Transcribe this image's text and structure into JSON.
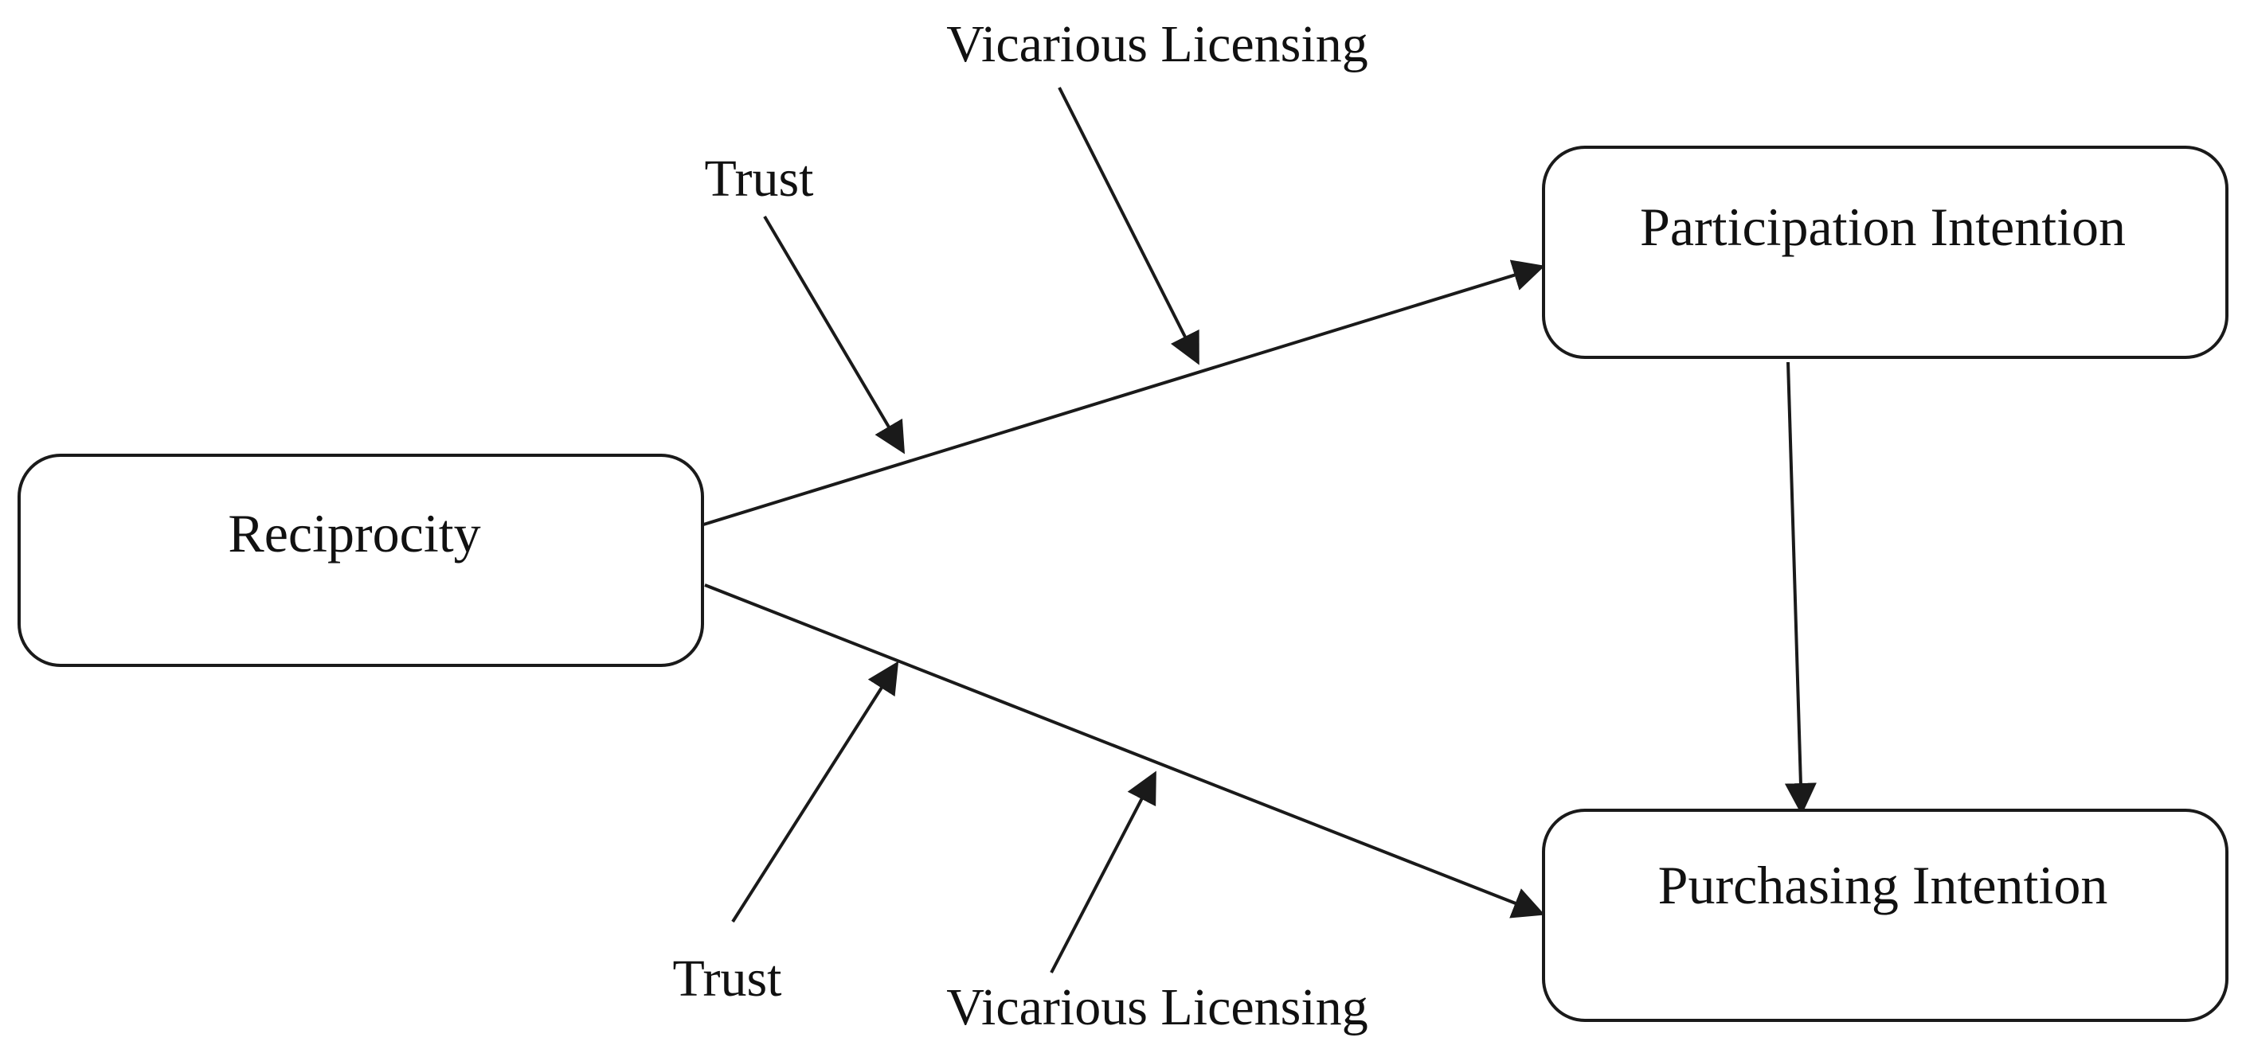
{
  "nodes": {
    "reciprocity": "Reciprocity",
    "participation_intention": "Participation Intention",
    "purchasing_intention": "Purchasing Intention"
  },
  "moderators": {
    "upper_path": {
      "trust": "Trust",
      "vicarious_licensing": "Vicarious Licensing"
    },
    "lower_path": {
      "trust": "Trust",
      "vicarious_licensing": "Vicarious Licensing"
    }
  },
  "edges": [
    {
      "from": "Reciprocity",
      "to": "Participation Intention"
    },
    {
      "from": "Reciprocity",
      "to": "Purchasing Intention"
    },
    {
      "from": "Participation Intention",
      "to": "Purchasing Intention"
    }
  ],
  "colors": {
    "stroke": "#1a1a1a",
    "background": "#ffffff"
  }
}
